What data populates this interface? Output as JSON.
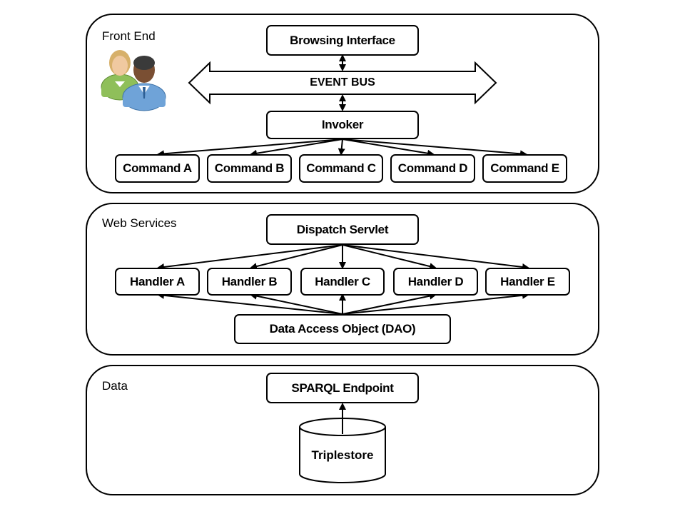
{
  "front_end": {
    "label": "Front End",
    "browsing_interface": "Browsing Interface",
    "event_bus": "EVENT BUS",
    "invoker": "Invoker",
    "commands": [
      "Command A",
      "Command B",
      "Command C",
      "Command D",
      "Command E"
    ],
    "users_icon": "users-icon"
  },
  "web_services": {
    "label": "Web Services",
    "dispatch_servlet": "Dispatch Servlet",
    "handlers": [
      "Handler A",
      "Handler B",
      "Handler C",
      "Handler D",
      "Handler E"
    ],
    "dao": "Data Access Object (DAO)"
  },
  "data": {
    "label": "Data",
    "sparql_endpoint": "SPARQL Endpoint",
    "triplestore": "Triplestore"
  },
  "colors": {
    "user_green": "#8fbf5a",
    "user_blue": "#6fa3d8",
    "skin_light": "#f0c9a0",
    "skin_dark": "#7a4f33"
  }
}
